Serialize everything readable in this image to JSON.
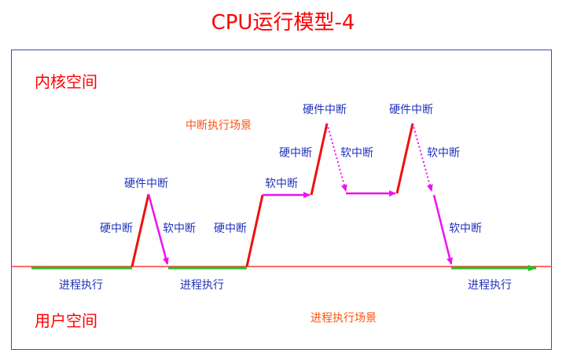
{
  "title": "CPU运行模型-4",
  "regions": {
    "kernel": "内核空间",
    "user": "用户空间"
  },
  "scenes": {
    "interrupt": "中断执行场景",
    "process": "进程执行场景"
  },
  "labels": {
    "hard_irq": "硬件中断",
    "hard_irq_short": "硬中断",
    "soft_irq": "软中断",
    "process_run": "进程执行"
  },
  "colors": {
    "title": "#ff0000",
    "frame": "#3b4bb0",
    "baseline": "#ff3a3a",
    "process": "#22c322",
    "hard_irq": "#ee1111",
    "soft_irq": "#ee11ee",
    "label_blue": "#2233bb",
    "scene_orange": "#ff5511"
  }
}
